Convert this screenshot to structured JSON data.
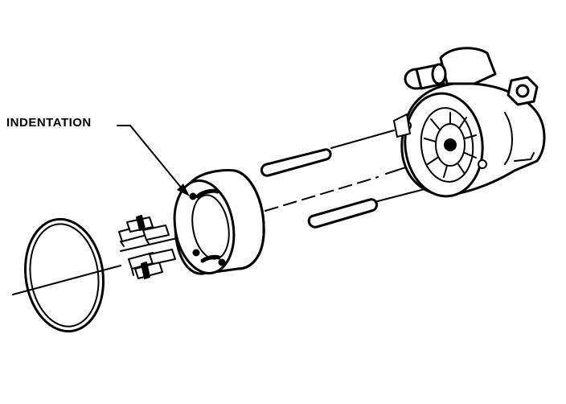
{
  "callout": {
    "label": "INDENTATION"
  },
  "parts": [
    {
      "name": "o-ring-seal",
      "icon": "o-ring-icon"
    },
    {
      "name": "pump-vanes",
      "icon": "vane-icon"
    },
    {
      "name": "cam-ring",
      "icon": "cam-ring-icon"
    },
    {
      "name": "dowel-pins",
      "icon": "pin-icon"
    },
    {
      "name": "pump-housing",
      "icon": "pump-housing-icon"
    }
  ],
  "colors": {
    "ink": "#000000",
    "paper": "#ffffff"
  }
}
